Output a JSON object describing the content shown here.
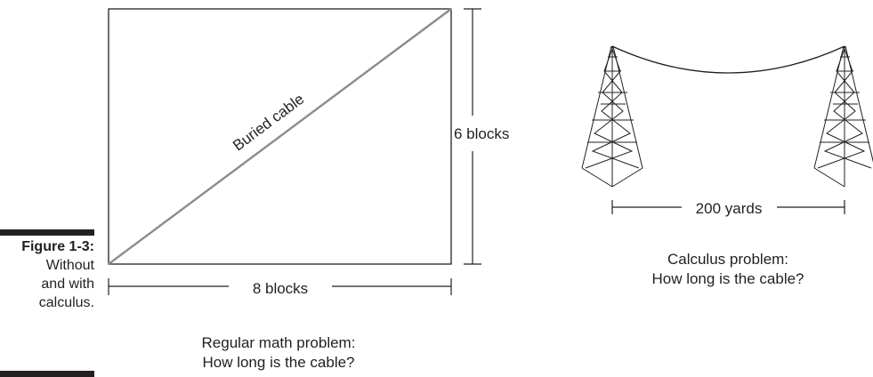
{
  "caption": {
    "label": "Figure 1-3:",
    "lines": [
      "Without",
      "and with",
      "calculus."
    ]
  },
  "left_diagram": {
    "diagonal_label": "Buried cable",
    "height_label": "6 blocks",
    "width_label": "8 blocks",
    "question_lines": [
      "Regular math problem:",
      "How long is the cable?"
    ]
  },
  "right_diagram": {
    "distance_label": "200 yards",
    "question_lines": [
      "Calculus problem:",
      "How long is the cable?"
    ]
  },
  "colors": {
    "ink": "#231f20",
    "cable": "#8c8c8c",
    "caption_bar": "#231f20"
  }
}
